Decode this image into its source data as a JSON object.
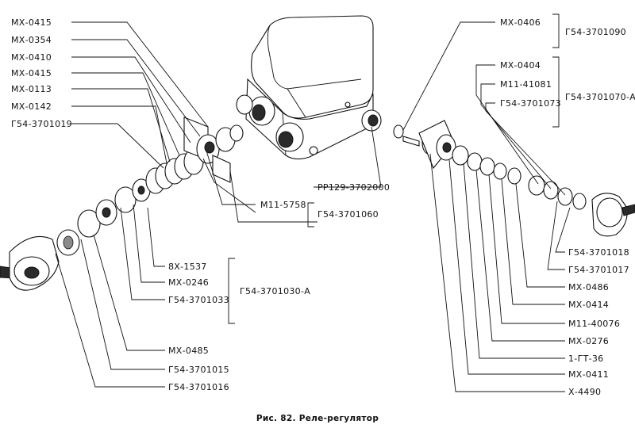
{
  "labels_left": [
    "МХ-0415",
    "МХ-0354",
    "МХ-0410",
    "МХ-0415",
    "МХ-0113",
    "МХ-0142",
    "Г54-3701019"
  ],
  "labels_right_top": [
    "МХ-0406",
    "МХ-0404",
    "М11-41081",
    "Г54-3701073"
  ],
  "group_labels": {
    "g1": "Г54-3701090",
    "g2": "Г54-3701070-А",
    "g3": "Г54-3701030-А",
    "g4": "Г54-3701060"
  },
  "labels_center": [
    "РР129-3702000",
    "М11-5758"
  ],
  "labels_bottom_left": [
    "8Х-1537",
    "МХ-0246",
    "Г54-3701033",
    "МХ-0485",
    "Г54-3701015",
    "Г54-3701016"
  ],
  "labels_bottom_right": [
    "Г54-3701018",
    "Г54-3701017",
    "МХ-0486",
    "МХ-0414",
    "М11-40076",
    "МХ-0276",
    "1-ГТ-36",
    "МХ-0411",
    "Х-4490"
  ],
  "caption": "Рис.  82.  Реле-регулятор"
}
